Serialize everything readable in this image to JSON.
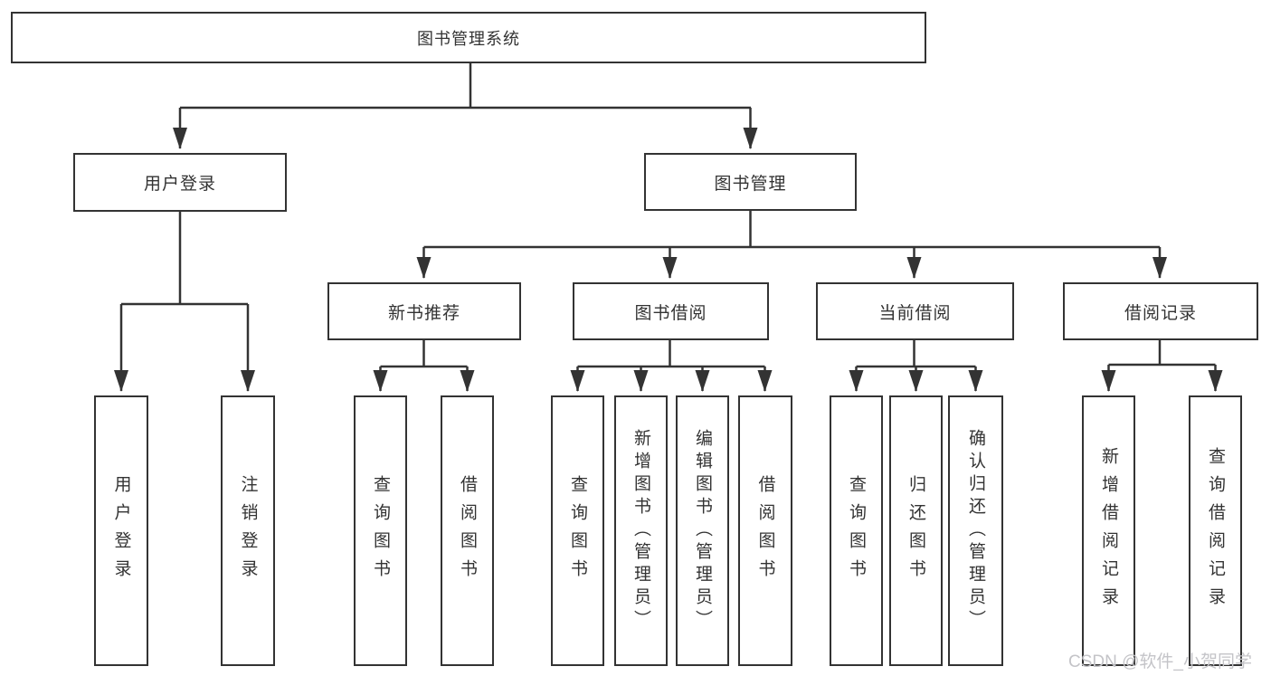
{
  "diagram": {
    "title": "图书管理系统",
    "tree": {
      "label": "图书管理系统",
      "children": [
        {
          "label": "用户登录",
          "children": [
            {
              "label": "用户登录"
            },
            {
              "label": "注销登录"
            }
          ]
        },
        {
          "label": "图书管理",
          "children": [
            {
              "label": "新书推荐",
              "children": [
                {
                  "label": "查询图书"
                },
                {
                  "label": "借阅图书"
                }
              ]
            },
            {
              "label": "图书借阅",
              "children": [
                {
                  "label": "查询图书"
                },
                {
                  "label": "新增图书（管理员）"
                },
                {
                  "label": "编辑图书（管理员）"
                },
                {
                  "label": "借阅图书"
                }
              ]
            },
            {
              "label": "当前借阅",
              "children": [
                {
                  "label": "查询图书"
                },
                {
                  "label": "归还图书"
                },
                {
                  "label": "确认归还（管理员）"
                }
              ]
            },
            {
              "label": "借阅记录",
              "children": [
                {
                  "label": "新增借阅记录"
                },
                {
                  "label": "查询借阅记录"
                }
              ]
            }
          ]
        }
      ]
    },
    "colors": {
      "line": "#333333",
      "box_border": "#333333",
      "text": "#333333",
      "background": "#ffffff",
      "watermark": "#c4c4c8"
    }
  },
  "watermark": {
    "text": "CSDN @软件_小贺同学"
  }
}
